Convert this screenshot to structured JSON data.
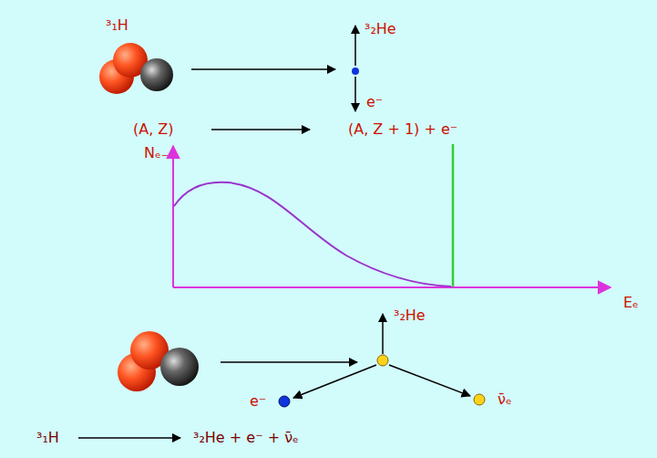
{
  "diagram": {
    "labels": [
      "³₁H",
      "³₂He",
      "e⁻",
      "(A, Z)",
      "(A, Z + 1) + e⁻",
      "Nₑ₋",
      "Eₑ",
      "³₂He",
      "e⁻",
      "ν̄ₑ",
      "³₁H",
      "³₂He + e⁻ + ν̄ₑ"
    ]
  }
}
